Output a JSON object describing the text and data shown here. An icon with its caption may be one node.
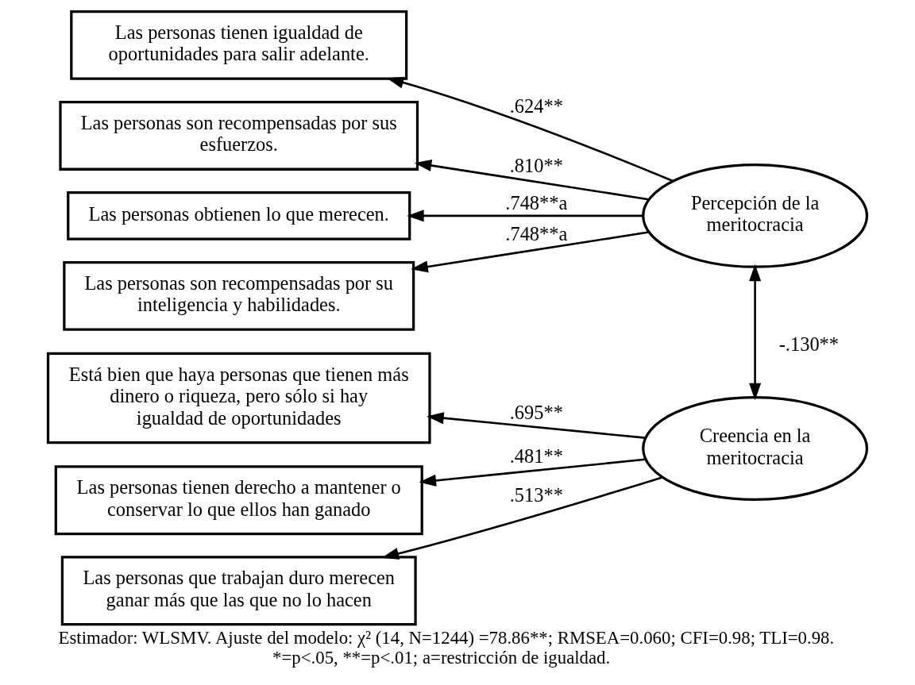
{
  "diagram": {
    "caption": "Estimador: WLSMV. Ajuste del modelo: χ² (14, N=1244) =78.86**; RMSEA=0.060; CFI=0.98; TLI=0.98. *=p<.05, **=p<.01; a=restricción de igualdad.",
    "nodes": [
      {
        "text": [
          "Las personas tienen igualdad de oportunidades para salir adelante."
        ]
      },
      {
        "text": [
          "Las personas son recompensadas por sus esfuerzos."
        ]
      },
      {
        "text": [
          "Las personas obtienen lo que merecen."
        ]
      },
      {
        "text": [
          "Las personas son recompensadas por su inteligencia y habilidades."
        ]
      },
      {
        "text": [
          "Percepción de la meritocracia"
        ]
      },
      {
        "text": [
          "Está bien que haya personas que tienen más dinero o riqueza, pero sólo si hay igualdad de oportunidades"
        ]
      },
      {
        "text": [
          "Las personas tienen derecho a mantener o conservar lo que ellos han ganado"
        ]
      },
      {
        "text": [
          "Las personas que trabajan duro merecen ganar más que las que no lo hacen"
        ]
      },
      {
        "text": [
          "Creencia en la meritocracia"
        ]
      }
    ],
    "edges": [
      {
        "from": 4,
        "to": 0,
        "arrow": "to",
        "label": ".624**"
      },
      {
        "from": 4,
        "to": 1,
        "arrow": "to",
        "label": ".810**"
      },
      {
        "from": 4,
        "to": 2,
        "arrow": "to",
        "label": ".748**a"
      },
      {
        "from": 4,
        "to": 3,
        "arrow": "to",
        "label": ".748**a"
      },
      {
        "from": 4,
        "to": 8,
        "arrow": "both",
        "label": "-.130**"
      },
      {
        "from": 8,
        "to": 5,
        "arrow": "to",
        "label": ".695**"
      },
      {
        "from": 8,
        "to": 6,
        "arrow": "to",
        "label": ".481**"
      },
      {
        "from": 8,
        "to": 7,
        "arrow": "to",
        "label": ".513**"
      }
    ]
  }
}
